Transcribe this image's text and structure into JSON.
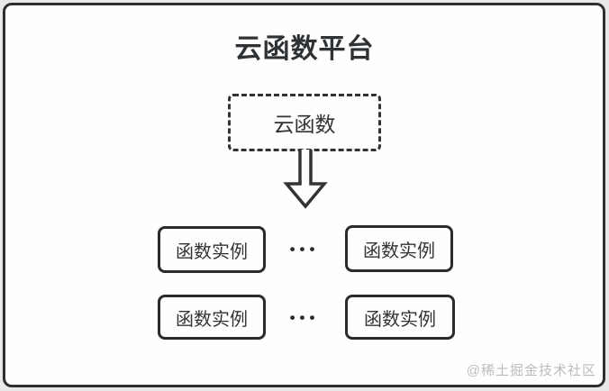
{
  "diagram": {
    "title": "云函数平台",
    "cloud_function": {
      "label": "云函数"
    },
    "arrow_icon": "down-arrow",
    "ellipsis_icon": "•••",
    "instances": [
      {
        "label": "函数实例"
      },
      {
        "label": "函数实例"
      },
      {
        "label": "函数实例"
      },
      {
        "label": "函数实例"
      }
    ]
  },
  "watermark": {
    "text": "@稀土掘金技术社区"
  },
  "colors": {
    "border": "#2f2f2f",
    "text": "#333333",
    "frame_background": "#fefefe",
    "page_background": "#e9e9e9",
    "watermark_text": "#bcbcbc"
  }
}
